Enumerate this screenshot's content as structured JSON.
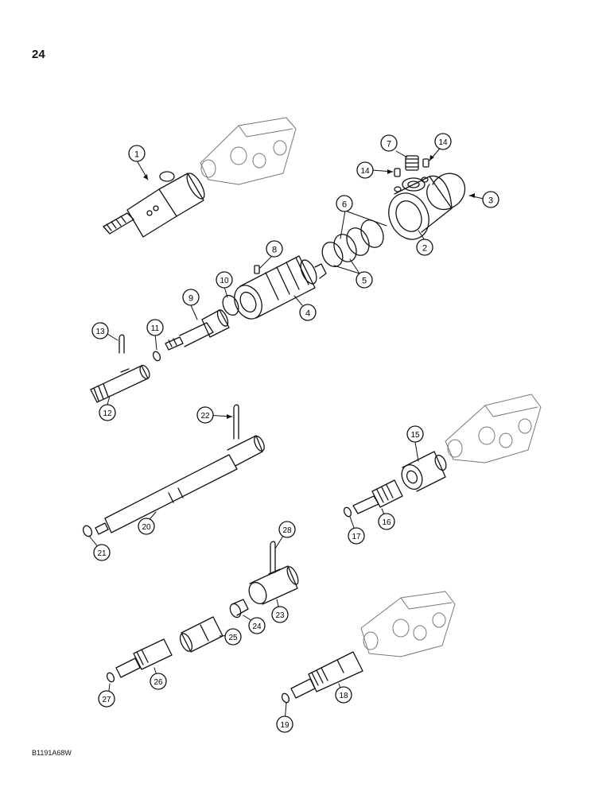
{
  "page": {
    "number": "24",
    "figure_code": "B1191A68W"
  },
  "callouts": [
    {
      "id": "1",
      "label": "1"
    },
    {
      "id": "2",
      "label": "2"
    },
    {
      "id": "3",
      "label": "3"
    },
    {
      "id": "4",
      "label": "4"
    },
    {
      "id": "5",
      "label": "5"
    },
    {
      "id": "6",
      "label": "6"
    },
    {
      "id": "7",
      "label": "7"
    },
    {
      "id": "8",
      "label": "8"
    },
    {
      "id": "9",
      "label": "9"
    },
    {
      "id": "10",
      "label": "10"
    },
    {
      "id": "11",
      "label": "11"
    },
    {
      "id": "12",
      "label": "12"
    },
    {
      "id": "13",
      "label": "13"
    },
    {
      "id": "14a",
      "label": "14"
    },
    {
      "id": "14b",
      "label": "14"
    },
    {
      "id": "15",
      "label": "15"
    },
    {
      "id": "16",
      "label": "16"
    },
    {
      "id": "17",
      "label": "17"
    },
    {
      "id": "18",
      "label": "18"
    },
    {
      "id": "19",
      "label": "19"
    },
    {
      "id": "20",
      "label": "20"
    },
    {
      "id": "21",
      "label": "21"
    },
    {
      "id": "22",
      "label": "22"
    },
    {
      "id": "23",
      "label": "23"
    },
    {
      "id": "24",
      "label": "24"
    },
    {
      "id": "25",
      "label": "25"
    },
    {
      "id": "26",
      "label": "26"
    },
    {
      "id": "27",
      "label": "27"
    },
    {
      "id": "28",
      "label": "28"
    }
  ]
}
